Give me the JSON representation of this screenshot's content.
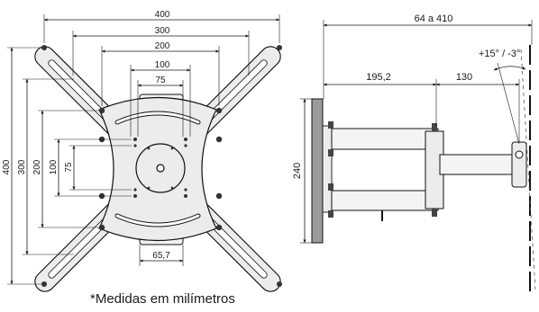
{
  "front_view": {
    "horizontal_dimensions": [
      "400",
      "300",
      "200",
      "100",
      "75"
    ],
    "vertical_dimensions": [
      "400",
      "300",
      "200",
      "100",
      "75"
    ],
    "bracket_width": "65,7"
  },
  "side_view": {
    "extension_range": "64 a 410",
    "arm_length_1": "195,2",
    "arm_length_2": "130",
    "tilt_range": "+15° / -3°",
    "wall_plate_height": "240"
  },
  "footnote": "*Medidas em milímetros",
  "colors": {
    "line": "#1a1a1a",
    "part_fill": "#ececec",
    "plate_fill": "#9a9a9a",
    "background": "#ffffff"
  }
}
